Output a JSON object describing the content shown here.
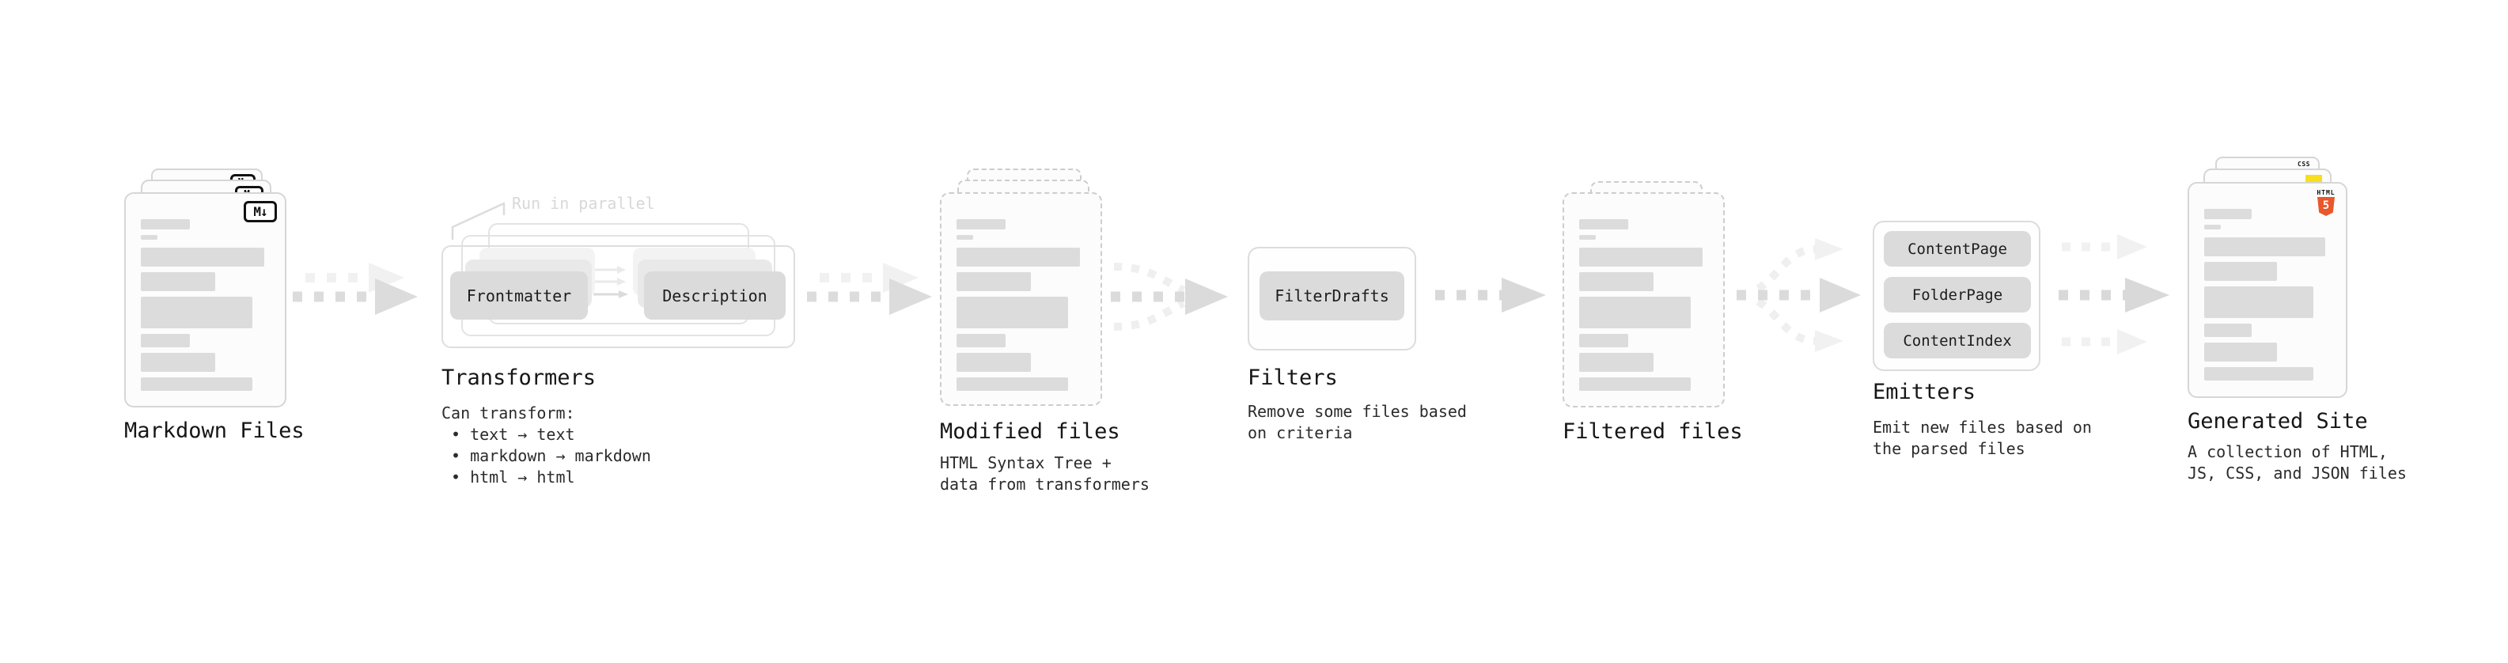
{
  "colors": {
    "bar_gray": "#dcdcdc",
    "pill_gray": "#dbdbdb",
    "heading_color": "#161616",
    "body_color": "#2b2b2b",
    "annotation_gray": "#d8d8d8",
    "html5_orange": "#e9572b",
    "js_yellow": "#f7df1e",
    "css_blue": "#2864f0"
  },
  "stages": {
    "markdown_files": {
      "label": "Markdown Files",
      "badge": "M↓"
    },
    "transformers": {
      "heading": "Transformers",
      "annotation": "Run in parallel",
      "pills": [
        "Frontmatter",
        "Description"
      ],
      "body_title": "Can transform:",
      "bullets": [
        "• text → text",
        "• markdown → markdown",
        "• html → html"
      ]
    },
    "modified_files": {
      "heading": "Modified files",
      "desc": [
        "HTML Syntax Tree +",
        "data from transformers"
      ]
    },
    "filters": {
      "heading": "Filters",
      "pills": [
        "FilterDrafts"
      ],
      "desc": [
        "Remove some files based",
        "on criteria"
      ]
    },
    "filtered_files": {
      "heading": "Filtered files"
    },
    "emitters": {
      "heading": "Emitters",
      "pills": [
        "ContentPage",
        "FolderPage",
        "ContentIndex"
      ],
      "desc": [
        "Emit new files based on",
        "the parsed files"
      ]
    },
    "generated_site": {
      "heading": "Generated Site",
      "desc": [
        "A collection of HTML,",
        "JS, CSS, and JSON files"
      ],
      "badges": {
        "html_label": "HTML",
        "html_number": "5",
        "css_label": "CSS"
      }
    }
  }
}
